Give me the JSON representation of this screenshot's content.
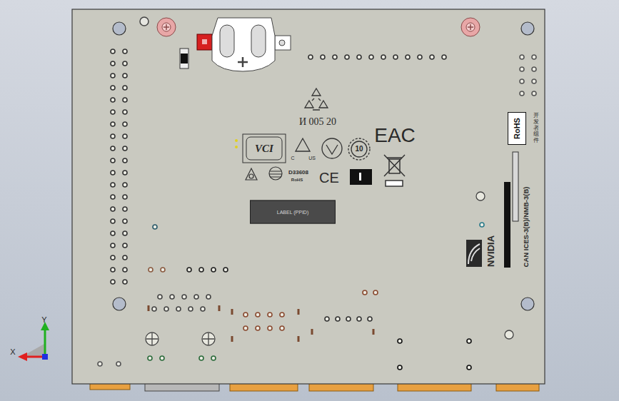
{
  "diagram": {
    "nodes": [
      {
        "text": [
          "LABEL (PPID)"
        ]
      },
      {
        "text": [
          "RoHS"
        ]
      }
    ],
    "labels": [
      "И 005 20",
      "VCI",
      "C",
      "US",
      "EAC",
      "10",
      "CE",
      "D33608",
      "RoHS",
      "NVIDIA",
      "CAN ICES-3(B)/NMB-3(B)",
      "开发者组件",
      "Y",
      "X"
    ]
  }
}
